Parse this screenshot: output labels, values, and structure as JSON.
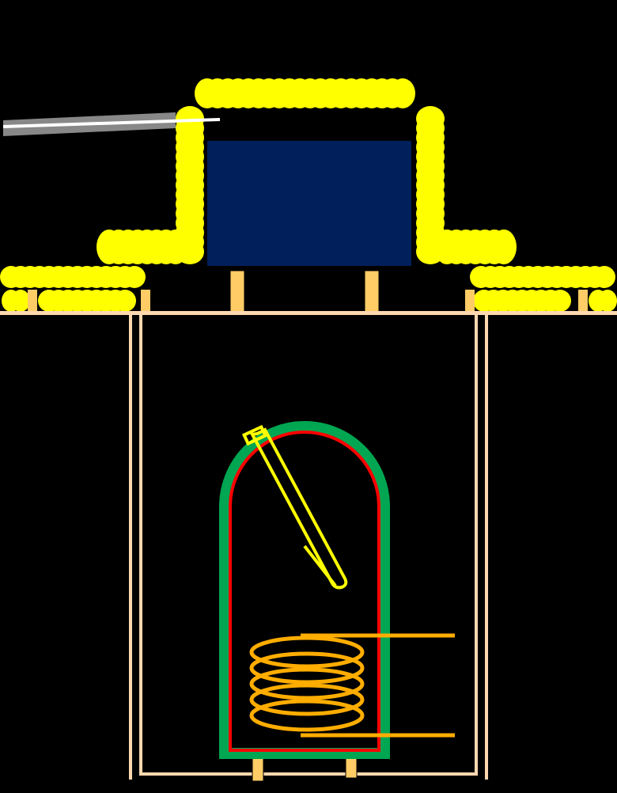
{
  "diagram": {
    "background_color": "#000000",
    "colors": {
      "insulation": "#ffff00",
      "tank": "#001f5b",
      "support": "#ffcc66",
      "floor": "#ffd8b0",
      "shell": "#00a651",
      "inner_wall": "#ff0000",
      "sensor": "#ffff00",
      "coil": "#ffad00",
      "pipe": "#888888",
      "pipe_core": "#ffffff"
    },
    "components": [
      {
        "id": "insulation",
        "kind": "yellow-batt-insulation"
      },
      {
        "id": "header-tank",
        "kind": "navy-rectangle"
      },
      {
        "id": "inlet-pipe",
        "kind": "grey-pipe"
      },
      {
        "id": "floor",
        "kind": "floor-line"
      },
      {
        "id": "cylinder",
        "kind": "hot-water-cylinder"
      },
      {
        "id": "heating-coil",
        "kind": "coil"
      },
      {
        "id": "thermostat-pocket",
        "kind": "sensor-pocket"
      }
    ]
  }
}
